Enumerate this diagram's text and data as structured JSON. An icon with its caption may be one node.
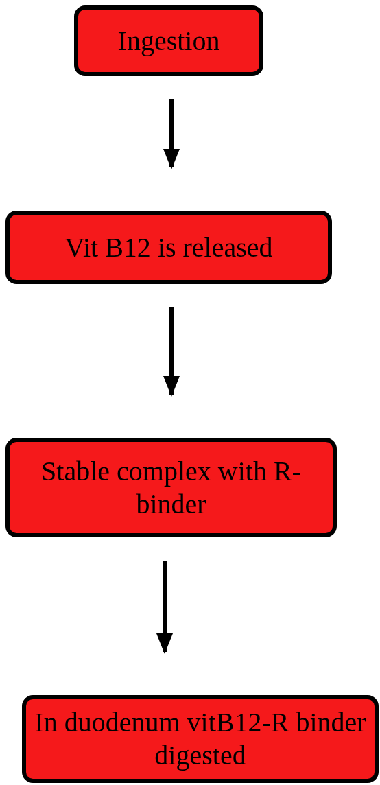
{
  "diagram": {
    "nodes": [
      {
        "text": [
          "Ingestion"
        ]
      },
      {
        "text": [
          "Vit B12 is released"
        ]
      },
      {
        "text": [
          "Stable complex with R- binder"
        ]
      },
      {
        "text": [
          "In duodenum vitB12-R binder digested"
        ]
      }
    ],
    "edges": [
      {
        "from": 0,
        "to": 1,
        "arrow": "to"
      },
      {
        "from": 1,
        "to": 2,
        "arrow": "to"
      },
      {
        "from": 2,
        "to": 3,
        "arrow": "to"
      }
    ]
  }
}
